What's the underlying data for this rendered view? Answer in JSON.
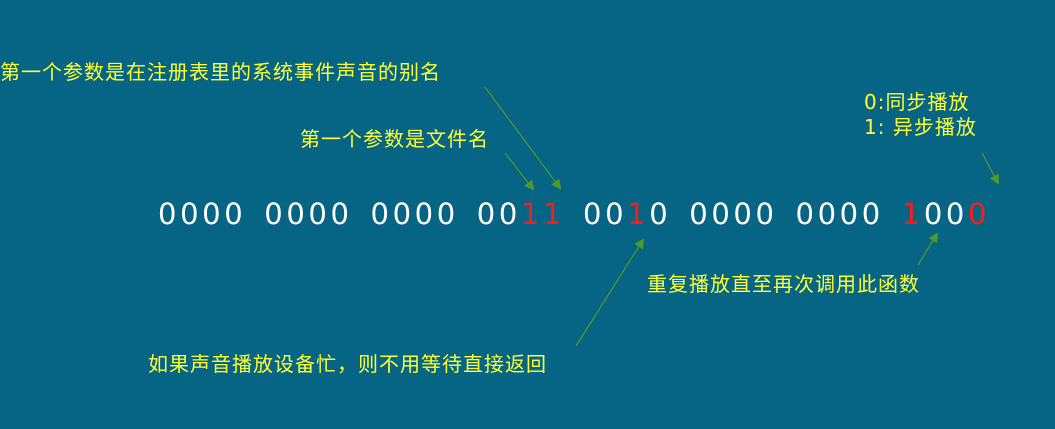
{
  "annotations": {
    "system_sound_alias": "第一个参数是在注册表里的系统事件声音的别名",
    "file_name": "第一个参数是文件名",
    "sync_mode": {
      "line0": "0:同步播放",
      "line1": "1: 异步播放"
    },
    "repeat_until_called": "重复播放直至再次调用此函数",
    "device_busy_no_wait": "如果声音播放设备忙，则不用等待直接返回"
  },
  "bit_groups": [
    {
      "bits": [
        {
          "v": "0",
          "hl": false
        },
        {
          "v": "0",
          "hl": false
        },
        {
          "v": "0",
          "hl": false
        },
        {
          "v": "0",
          "hl": false
        }
      ]
    },
    {
      "bits": [
        {
          "v": "0",
          "hl": false
        },
        {
          "v": "0",
          "hl": false
        },
        {
          "v": "0",
          "hl": false
        },
        {
          "v": "0",
          "hl": false
        }
      ]
    },
    {
      "bits": [
        {
          "v": "0",
          "hl": false
        },
        {
          "v": "0",
          "hl": false
        },
        {
          "v": "0",
          "hl": false
        },
        {
          "v": "0",
          "hl": false
        }
      ]
    },
    {
      "bits": [
        {
          "v": "0",
          "hl": false
        },
        {
          "v": "0",
          "hl": false
        },
        {
          "v": "1",
          "hl": true
        },
        {
          "v": "1",
          "hl": true
        }
      ]
    },
    {
      "bits": [
        {
          "v": "0",
          "hl": false
        },
        {
          "v": "0",
          "hl": false
        },
        {
          "v": "1",
          "hl": true
        },
        {
          "v": "0",
          "hl": false
        }
      ]
    },
    {
      "bits": [
        {
          "v": "0",
          "hl": false
        },
        {
          "v": "0",
          "hl": false
        },
        {
          "v": "0",
          "hl": false
        },
        {
          "v": "0",
          "hl": false
        }
      ]
    },
    {
      "bits": [
        {
          "v": "0",
          "hl": false
        },
        {
          "v": "0",
          "hl": false
        },
        {
          "v": "0",
          "hl": false
        },
        {
          "v": "0",
          "hl": false
        }
      ]
    },
    {
      "bits": [
        {
          "v": "1",
          "hl": true
        },
        {
          "v": "0",
          "hl": false
        },
        {
          "v": "0",
          "hl": false
        },
        {
          "v": "0",
          "hl": true
        }
      ]
    }
  ],
  "colors": {
    "background": "#066584",
    "annotation_text": "#ffff33",
    "bit_default": "#ffffff",
    "bit_highlight": "#ff1a1a",
    "arrow": "#4e9a2a"
  }
}
